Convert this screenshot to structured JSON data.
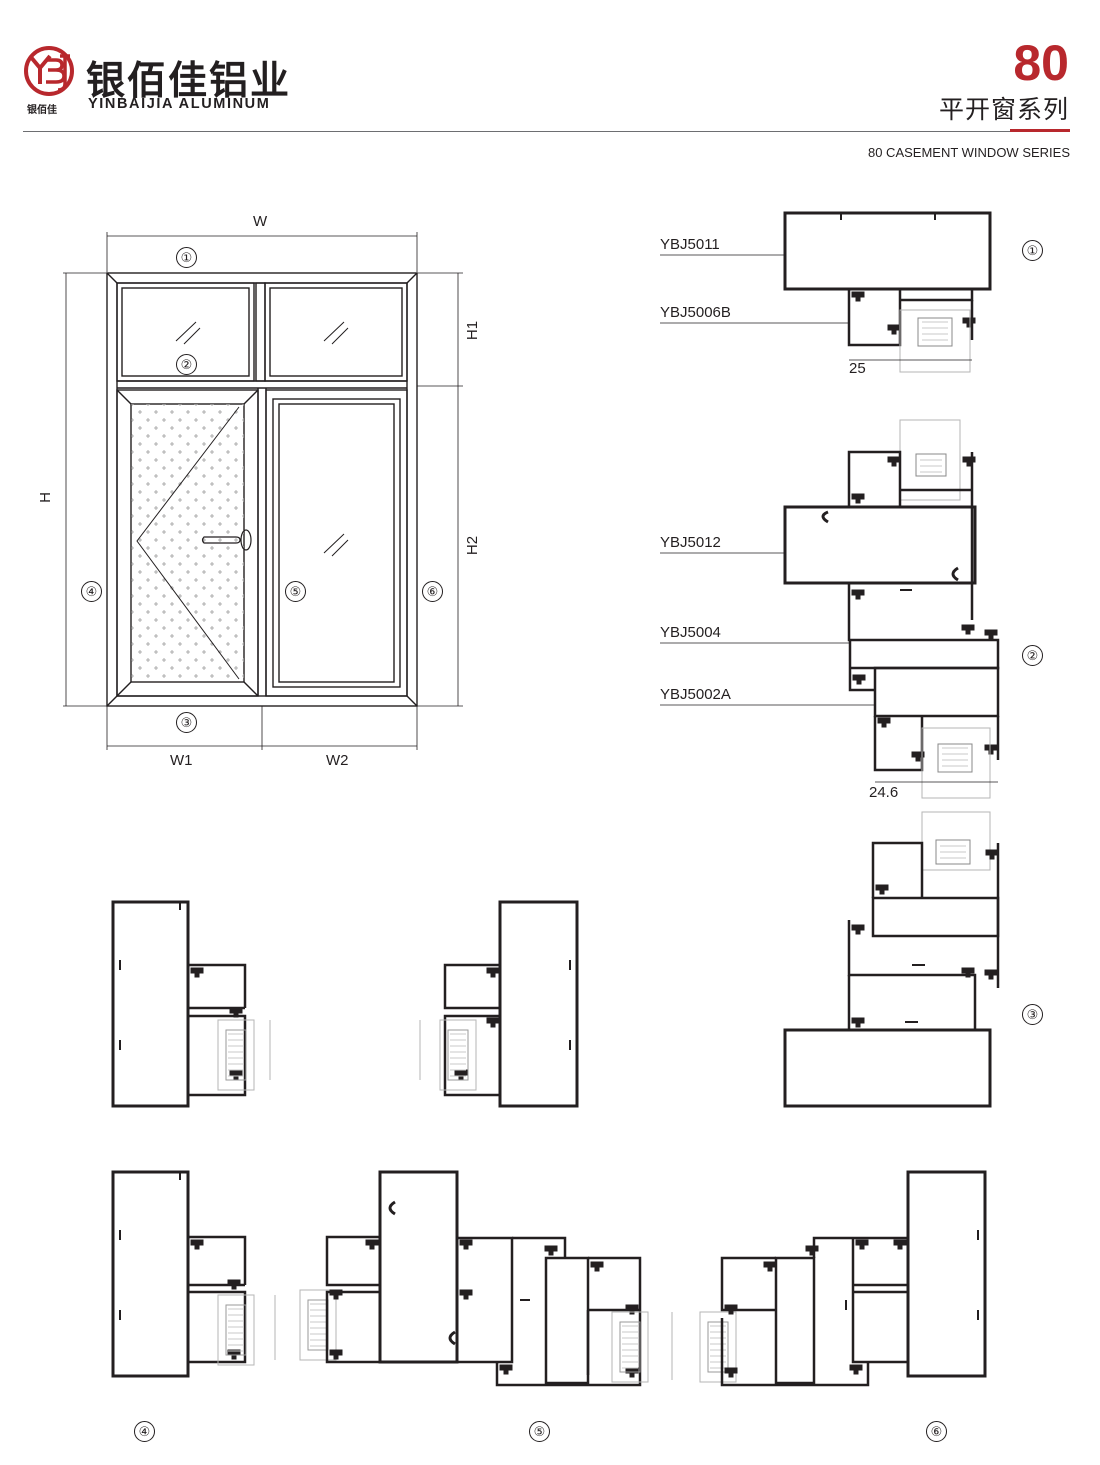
{
  "brand": {
    "name_cn": "银佰佳铝业",
    "name_en": "YINBAIJIA ALUMINUM",
    "logo_small": "银佰佳",
    "logo_letters": "YBJ",
    "accent_color": "#b8282d"
  },
  "series": {
    "number": "80",
    "title_cn": "平开窗系列",
    "title_en": "80 CASEMENT WINDOW SERIES"
  },
  "elevation": {
    "dims": {
      "w": "W",
      "h": "H",
      "h1": "H1",
      "h2": "H2",
      "w1": "W1",
      "w2": "W2"
    },
    "markers": [
      "①",
      "②",
      "③",
      "④",
      "⑤",
      "⑥"
    ]
  },
  "profiles": {
    "parts": [
      "YBJ5011",
      "YBJ5006B",
      "YBJ5012",
      "YBJ5004",
      "YBJ5002A"
    ],
    "dim_25": "25",
    "dim_24_6": "24.6"
  },
  "section_markers": [
    "①",
    "②",
    "③",
    "④",
    "⑤",
    "⑥"
  ]
}
